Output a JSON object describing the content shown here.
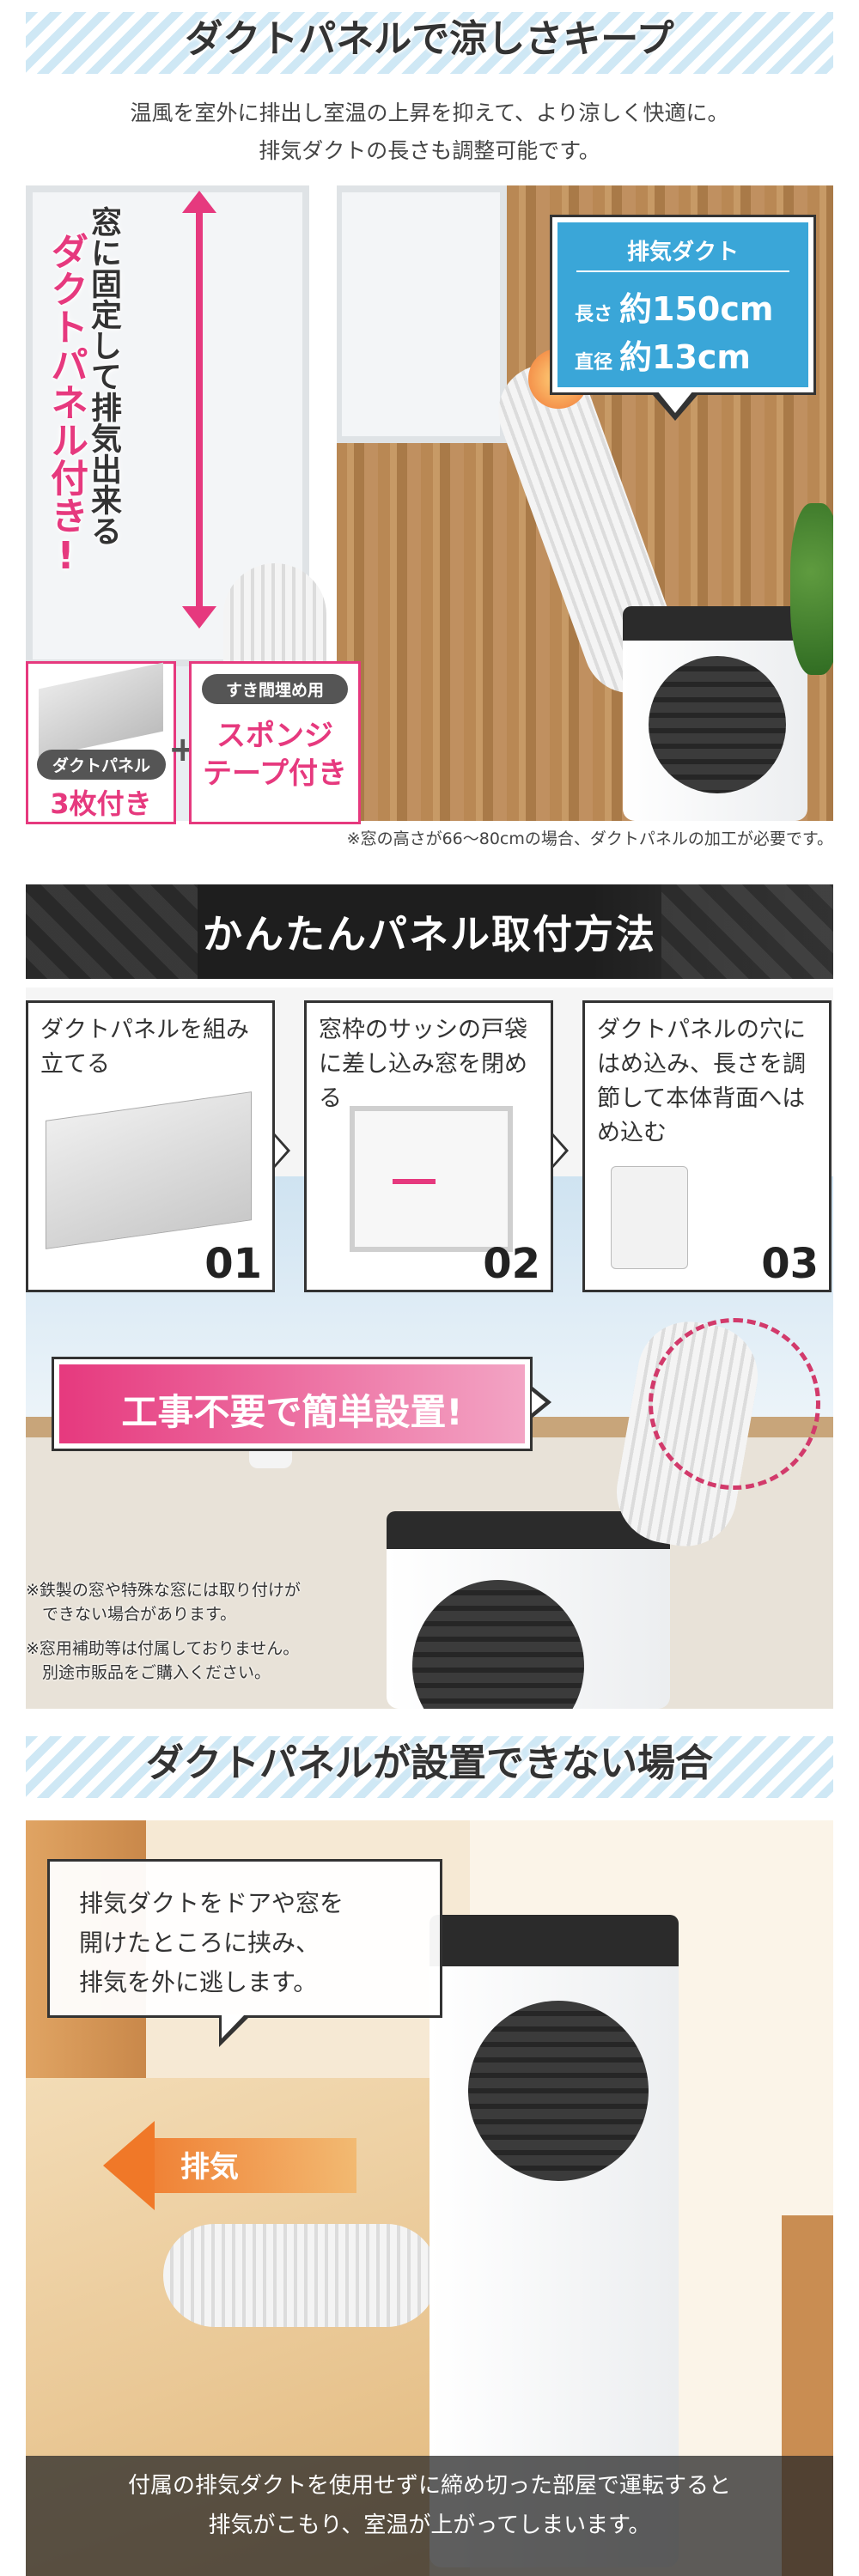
{
  "section1": {
    "title": "ダクトパネルで涼しさキープ",
    "subtitle_line1": "温風を室外に排出し室温の上昇を抑えて、より涼しく快適に。",
    "subtitle_line2": "排気ダクトの長さも調整可能です。",
    "window_text_black": "窓に固定して排気出来る",
    "window_text_pink": "ダクトパネル付き!",
    "duct_box": {
      "title": "排気ダクト",
      "length_label": "長さ",
      "length_value": "約150cm",
      "diameter_label": "直径",
      "diameter_value": "約13cm"
    },
    "panel_pill": "ダクトパネル",
    "panel_count": "3枚付き",
    "sponge_pill": "すき間埋め用",
    "sponge_text_line1": "スポンジ",
    "sponge_text_line2": "テープ付き",
    "plus": "+",
    "note": "※窓の高さが66～80cmの場合、ダクトパネルの加工が必要です。"
  },
  "section2": {
    "title": "かんたんパネル取付方法",
    "steps": [
      {
        "text": "ダクトパネルを組み立てる",
        "num": "01"
      },
      {
        "text": "窓枠のサッシの戸袋に差し込み窓を閉める",
        "num": "02"
      },
      {
        "text": "ダクトパネルの穴にはめ込み、長さを調節して本体背面へはめ込む",
        "num": "03"
      }
    ],
    "easy_text": "工事不要で簡単設置!",
    "note1_line1": "※鉄製の窓や特殊な窓には取り付けが",
    "note1_line2": "　できない場合があります。",
    "note2_line1": "※窓用補助等は付属しておりません。",
    "note2_line2": "　別途市販品をご購入ください。"
  },
  "section3": {
    "title": "ダクトパネルが設置できない場合",
    "bubble_line1": "排気ダクトをドアや窓を",
    "bubble_line2": "開けたところに挟み、",
    "bubble_line3": "排気を外に逃します。",
    "exhaust_label": "排気",
    "caption_line1": "付属の排気ダクトを使用せずに締め切った部屋で運転すると",
    "caption_line2": "排気がこもり、室温が上がってしまいます。"
  },
  "colors": {
    "accent_pink": "#e6397e",
    "duct_blue": "#3aa6d8",
    "dark_band": "#1e1e1e",
    "exhaust_orange": "#f07828"
  }
}
